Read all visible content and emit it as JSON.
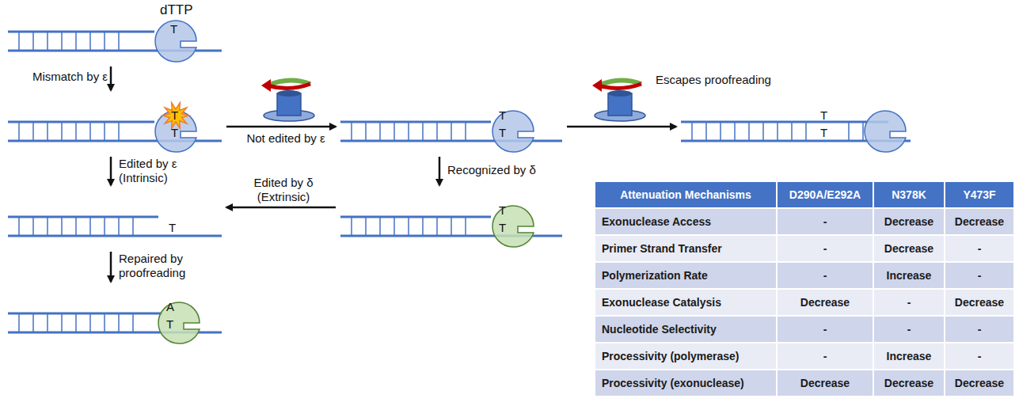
{
  "diagram": {
    "nodes": [
      {
        "text": [
          "dTTP",
          "T"
        ]
      },
      {
        "text": [
          "T",
          "T"
        ]
      },
      {
        "text": [
          "T",
          "T"
        ]
      },
      {
        "text": [
          "T",
          "T"
        ]
      },
      {
        "text": [
          "T",
          "T"
        ]
      },
      {
        "text": [
          "T"
        ]
      },
      {
        "text": [
          "A",
          "T"
        ]
      }
    ],
    "edges": [
      {
        "from": 0,
        "to": 1,
        "arrow": "to",
        "label": "Mismatch by ε"
      },
      {
        "from": 1,
        "to": 2,
        "arrow": "to",
        "label": "Not edited by ε"
      },
      {
        "from": 2,
        "to": 3,
        "arrow": "to",
        "label": "Escapes proofreading"
      },
      {
        "from": 1,
        "to": 5,
        "arrow": "to",
        "label": "Edited by ε (Intrinsic)"
      },
      {
        "from": 2,
        "to": 4,
        "arrow": "to",
        "label": "Recognized by δ"
      },
      {
        "from": 4,
        "to": 5,
        "arrow": "to",
        "label": "Edited by δ (Extrinsic)"
      },
      {
        "from": 5,
        "to": 6,
        "arrow": "to",
        "label": "Repaired by proofreading"
      }
    ],
    "labels": [
      "Attenuation Mechanisms",
      "D290A/E292A",
      "N378K",
      "Y473F",
      "Exonuclease Access",
      "-",
      "Decrease",
      "Decrease",
      "Primer Strand Transfer",
      "-",
      "Decrease",
      "-",
      "Polymerization Rate",
      "-",
      "Increase",
      "-",
      "Exonuclease Catalysis",
      "Decrease",
      "-",
      "Decrease",
      "Nucleotide Selectivity",
      "-",
      "-",
      "-",
      "Processivity (polymerase)",
      "-",
      "Increase",
      "-",
      "Processivity (exonuclease)",
      "Decrease",
      "Decrease",
      "Decrease"
    ]
  }
}
